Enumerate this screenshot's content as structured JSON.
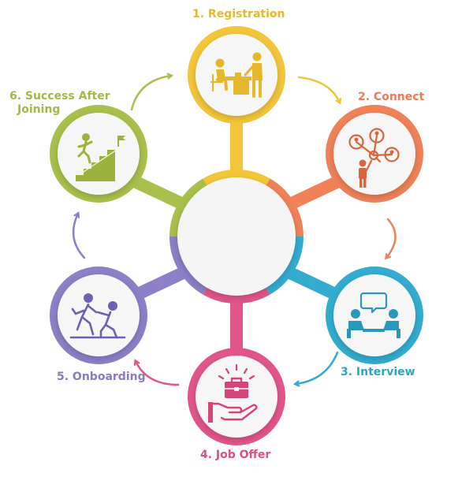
{
  "diagram": {
    "steps": [
      {
        "number": "1.",
        "title": "Registration",
        "label": "1. Registration",
        "color": "#f3c63a",
        "icon": "registration-desk-icon"
      },
      {
        "number": "2.",
        "title": "Connect",
        "label": "2. Connect",
        "color": "#f08259",
        "icon": "network-connect-icon"
      },
      {
        "number": "3.",
        "title": "Interview",
        "label": "3. Interview",
        "color": "#33acd0",
        "icon": "interview-chat-icon"
      },
      {
        "number": "4.",
        "title": "Job Offer",
        "label": "4. Job Offer",
        "color": "#e2558a",
        "icon": "briefcase-hand-icon"
      },
      {
        "number": "5.",
        "title": "Onboarding",
        "label": "5. Onboarding",
        "color": "#8d7fc8",
        "icon": "helping-hand-climb-icon"
      },
      {
        "number": "6.",
        "title": "Success After Joining",
        "label_line1": "6. Success After",
        "label_line2": "Joining",
        "color": "#a9c04c",
        "icon": "stairs-flag-success-icon"
      }
    ],
    "flow_direction": "clockwise"
  }
}
